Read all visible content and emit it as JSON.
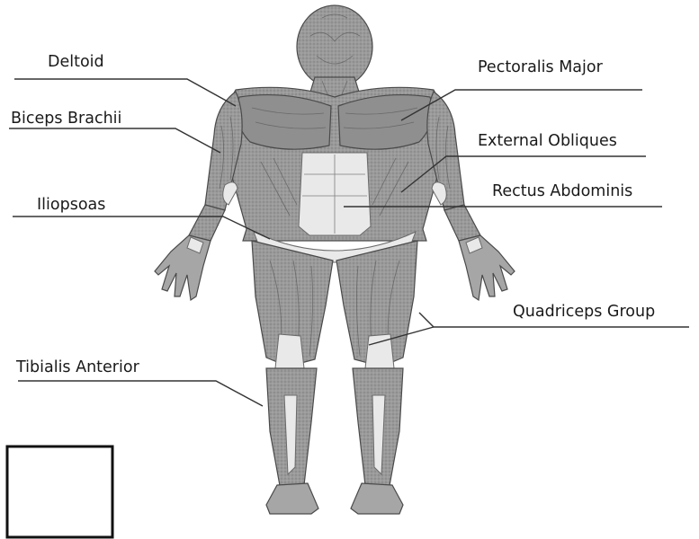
{
  "labels": {
    "deltoid": "Deltoid",
    "biceps": "Biceps Brachii",
    "iliopsoas": "Iliopsoas",
    "tibialis": "Tibialis Anterior",
    "pectoralis": "Pectoralis Major",
    "obliques": "External Obliques",
    "rectus": "Rectus Abdominis",
    "quadriceps": "Quadriceps Group"
  },
  "colors": {
    "muscle": "#9c9c9c",
    "muscle_dark": "#7a7a7a",
    "tendon": "#e9e9e9",
    "line": "#333333"
  }
}
